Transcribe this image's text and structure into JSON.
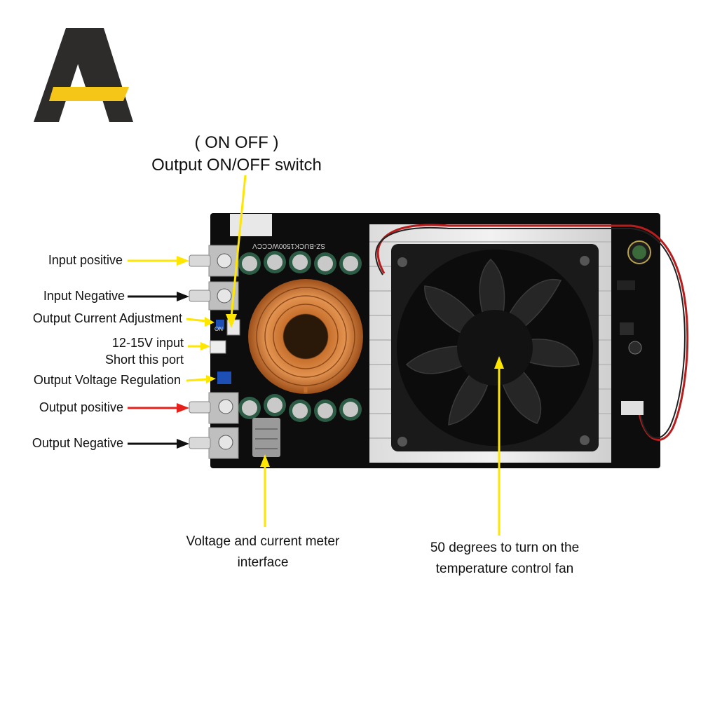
{
  "brand": {
    "logo_icon": "double-a-logo-icon",
    "colors": {
      "dark": "#2e2b2b",
      "accent": "#f5c518"
    }
  },
  "switch_title": {
    "line1": "( ON OFF )",
    "line2": "Output ON/OFF switch"
  },
  "left_labels": {
    "input_positive": "Input positive",
    "input_negative": "Input Negative",
    "current_adjust": "Output Current Adjustment",
    "short_port_line1": "12-15V input",
    "short_port_line2": "Short this port",
    "voltage_regulation": "Output Voltage Regulation",
    "output_positive": "Output positive",
    "output_negative": "Output Negative"
  },
  "bottom_labels": {
    "meter_line1": "Voltage and current meter",
    "meter_line2": "interface",
    "fan_line1": "50 degrees to turn on the",
    "fan_line2": "temperature control fan"
  },
  "board": {
    "silkscreen": "SZ-BUCK1500WCCCV",
    "switch_mark": "ON"
  },
  "arrow_colors": {
    "yellow": "#ffe600",
    "black": "#111111",
    "red": "#e8201c"
  }
}
